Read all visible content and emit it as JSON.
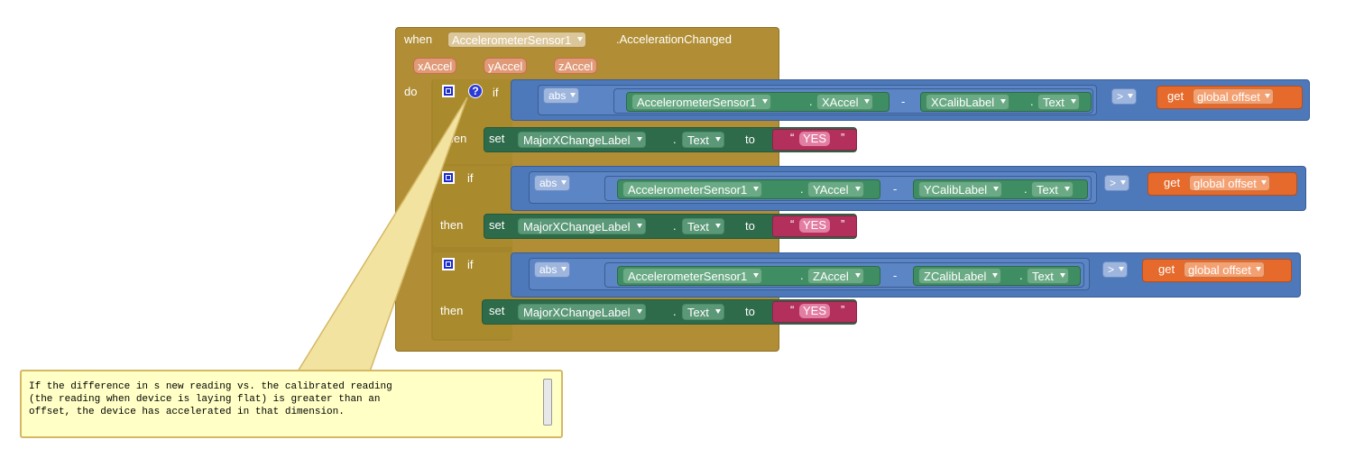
{
  "event": {
    "when": "when",
    "component": "AccelerometerSensor1",
    "event_name": ".AccelerationChanged",
    "params": [
      "xAccel",
      "yAccel",
      "zAccel"
    ],
    "do": "do"
  },
  "blocks": [
    {
      "if_label": "if",
      "then_label": "then",
      "abs": "abs",
      "sensor": "AccelerometerSensor1",
      "prop": "XAccel",
      "minus": "-",
      "calib": "XCalibLabel",
      "calib_prop": "Text",
      "compare": ">",
      "get": "get",
      "var": "global offset",
      "set": "set",
      "target": "MajorXChangeLabel",
      "target_prop": "Text",
      "to": "to",
      "value": "YES"
    },
    {
      "if_label": "if",
      "then_label": "then",
      "abs": "abs",
      "sensor": "AccelerometerSensor1",
      "prop": "YAccel",
      "minus": "-",
      "calib": "YCalibLabel",
      "calib_prop": "Text",
      "compare": ">",
      "get": "get",
      "var": "global offset",
      "set": "set",
      "target": "MajorXChangeLabel",
      "target_prop": "Text",
      "to": "to",
      "value": "YES"
    },
    {
      "if_label": "if",
      "then_label": "then",
      "abs": "abs",
      "sensor": "AccelerometerSensor1",
      "prop": "ZAccel",
      "minus": "-",
      "calib": "ZCalibLabel",
      "calib_prop": "Text",
      "compare": ">",
      "get": "get",
      "var": "global offset",
      "set": "set",
      "target": "MajorXChangeLabel",
      "target_prop": "Text",
      "to": "to",
      "value": "YES"
    }
  ],
  "punct": {
    "dot": ".",
    "quote_open": "“",
    "quote_close": "”"
  },
  "comment": {
    "text": "If the difference in s new reading vs. the calibrated reading\n(the reading when device is laying flat) is greater than an\noffset, the device has accelerated in that dimension."
  },
  "colors": {
    "event": "#b18e35",
    "math": "#4d78b9",
    "component": "#3f8e63",
    "text": "#b3305d",
    "variable": "#e56a2b",
    "comment_bg": "#ffffc6"
  },
  "icons": {
    "mutator": "mutator-gear-icon",
    "help": "question-mark-icon",
    "dropdown": "chevron-down-icon"
  }
}
